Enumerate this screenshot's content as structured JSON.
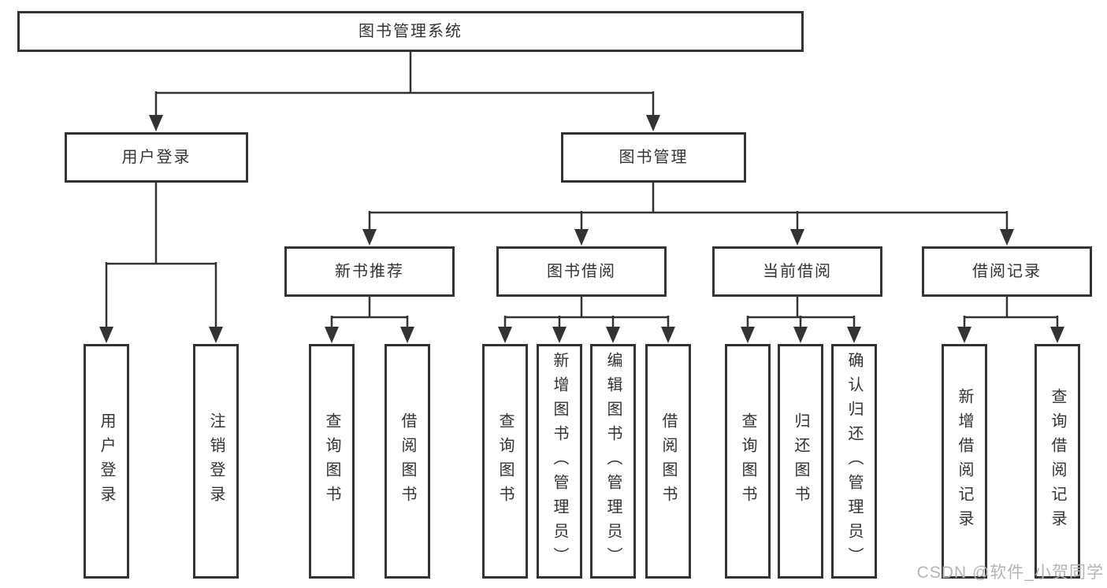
{
  "colors": {
    "background": "#ffffff",
    "line": "#333333",
    "box_border": "#333333",
    "text": "#333333",
    "watermark": "#b5b5b5"
  },
  "nodes": {
    "root": "图书管理系统",
    "l2": [
      "用户登录",
      "图书管理"
    ],
    "l3": [
      "新书推荐",
      "图书借阅",
      "当前借阅",
      "借阅记录"
    ],
    "leaves": [
      "用户登录",
      "注销登录",
      "查询图书",
      "借阅图书",
      "查询图书",
      "新增图书（管理员）",
      "编辑图书（管理员）",
      "借阅图书",
      "查询图书",
      "归还图书",
      "确认归还（管理员）",
      "新增借阅记录",
      "查询借阅记录"
    ]
  },
  "watermark": "CSDN @软件_小贺同学"
}
